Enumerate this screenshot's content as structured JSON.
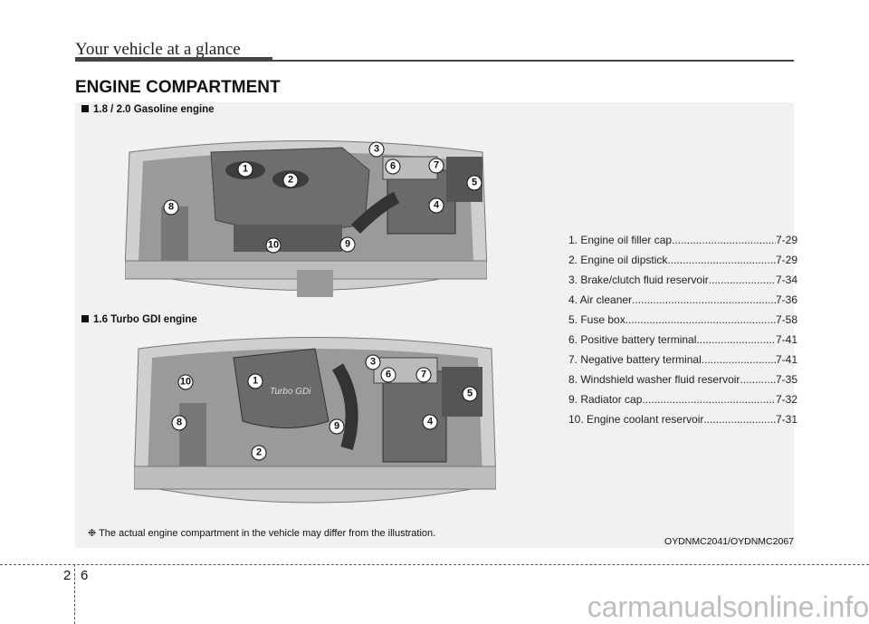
{
  "header": {
    "section": "Your vehicle at a glance"
  },
  "title": "ENGINE COMPARTMENT",
  "figures": [
    {
      "caption": "1.8 / 2.0 Gasoline engine",
      "callouts": [
        "1",
        "2",
        "3",
        "6",
        "7",
        "5",
        "8",
        "4",
        "10",
        "9"
      ]
    },
    {
      "caption": "1.6 Turbo GDI engine",
      "callouts": [
        "10",
        "1",
        "3",
        "6",
        "7",
        "5",
        "8",
        "9",
        "4",
        "2"
      ],
      "cover_text": "Turbo GDi"
    }
  ],
  "legend": [
    {
      "label": "1. Engine oil filler cap",
      "page": "7-29"
    },
    {
      "label": "2. Engine oil dipstick",
      "page": "7-29"
    },
    {
      "label": "3. Brake/clutch fluid reservoir",
      "page": "7-34"
    },
    {
      "label": "4. Air cleaner",
      "page": "7-36"
    },
    {
      "label": "5. Fuse box",
      "page": "7-58"
    },
    {
      "label": "6. Positive battery terminal",
      "page": "7-41"
    },
    {
      "label": "7. Negative battery terminal",
      "page": "7-41"
    },
    {
      "label": "8. Windshield washer fluid reservoir",
      "page": "7-35"
    },
    {
      "label": "9. Radiator cap",
      "page": "7-32"
    },
    {
      "label": "10. Engine coolant reservoir",
      "page": "7-31"
    }
  ],
  "note": "❉ The actual engine compartment in the vehicle may differ from the illustration.",
  "figure_code": "OYDNMC2041/OYDNMC2067",
  "page_number": {
    "chapter": "2",
    "page": "6"
  },
  "watermark": "carmanualsonline.info"
}
